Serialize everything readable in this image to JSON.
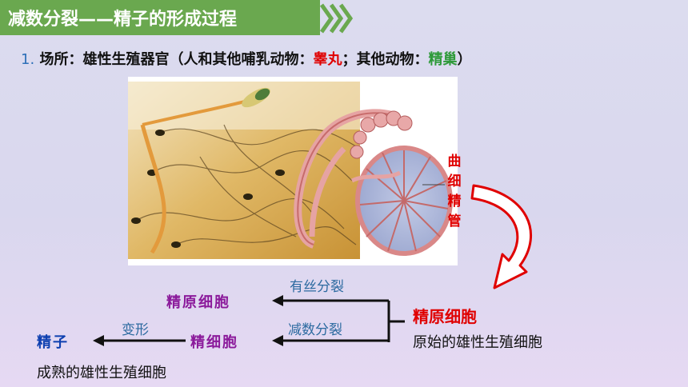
{
  "header": {
    "title": "减数分裂——精子的形成过程"
  },
  "location": {
    "number": "1.",
    "prefix": "场所：雄性生殖器官（人和其他哺乳动物：",
    "testis": "睾丸",
    "middle": "；其他动物：",
    "spermary": "精巢",
    "suffix": "）"
  },
  "diagram": {
    "tubule_label_chars": [
      "曲",
      "细",
      "精",
      "管"
    ],
    "arrow_mitosis": "有丝分裂",
    "arrow_meiosis": "减数分裂",
    "arrow_transform": "变形",
    "node_spermatogonium_main": "精原细胞",
    "node_spermatogonium_desc": "原始的雄性生殖细胞",
    "node_spermatogonium_left": "精原细胞",
    "node_spermatid": "精细胞",
    "node_sperm": "精子",
    "node_sperm_desc": "成熟的雄性生殖细胞"
  },
  "colors": {
    "title_bg": "#6aa84f",
    "red": "#e00000",
    "green": "#2e9a3a",
    "purple": "#8b1a9b",
    "blue": "#0d3fb0"
  }
}
